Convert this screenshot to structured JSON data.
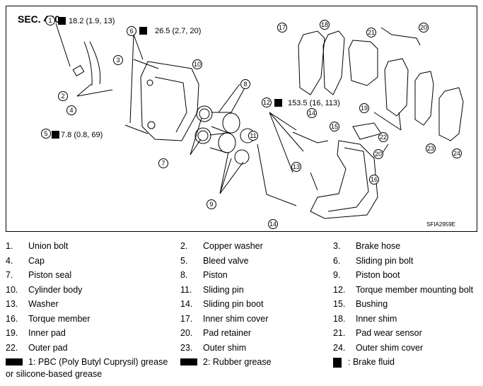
{
  "section": "SEC. 440",
  "figure_code": "SFIA2959E",
  "torques": {
    "t1": "18.2 (1.9, 13)",
    "t6": "26.5 (2.7, 20)",
    "t5": "7.8 (0.8, 69)",
    "t12": "153.5 (16, 113)"
  },
  "callout_numbers": [
    "1",
    "2",
    "3",
    "4",
    "5",
    "6",
    "7",
    "8",
    "9",
    "10",
    "11",
    "12",
    "13",
    "14",
    "15",
    "16",
    "17",
    "18",
    "19",
    "20",
    "21",
    "22",
    "23",
    "24"
  ],
  "grease_marks": {
    "one": "1",
    "two": "2"
  },
  "legend": [
    {
      "num": "1.",
      "label": "Union bolt"
    },
    {
      "num": "2.",
      "label": "Copper washer"
    },
    {
      "num": "3.",
      "label": "Brake hose"
    },
    {
      "num": "4.",
      "label": "Cap"
    },
    {
      "num": "5.",
      "label": "Bleed valve"
    },
    {
      "num": "6.",
      "label": "Sliding pin bolt"
    },
    {
      "num": "7.",
      "label": "Piston seal"
    },
    {
      "num": "8.",
      "label": "Piston"
    },
    {
      "num": "9.",
      "label": "Piston boot"
    },
    {
      "num": "10.",
      "label": "Cylinder body"
    },
    {
      "num": "11.",
      "label": "Sliding pin"
    },
    {
      "num": "12.",
      "label": "Torque member mounting bolt"
    },
    {
      "num": "13.",
      "label": "Washer"
    },
    {
      "num": "14.",
      "label": "Sliding pin boot"
    },
    {
      "num": "15.",
      "label": "Bushing"
    },
    {
      "num": "16.",
      "label": "Torque member"
    },
    {
      "num": "17.",
      "label": "Inner shim cover"
    },
    {
      "num": "18.",
      "label": "Inner shim"
    },
    {
      "num": "19.",
      "label": "Inner pad"
    },
    {
      "num": "20.",
      "label": "Pad retainer"
    },
    {
      "num": "21.",
      "label": "Pad wear sensor"
    },
    {
      "num": "22.",
      "label": "Outer pad"
    },
    {
      "num": "23.",
      "label": "Outer shim"
    },
    {
      "num": "24.",
      "label": "Outer shim cover"
    }
  ],
  "keys": {
    "grease1": "1: PBC (Poly Butyl Cuprysil) grease",
    "grease1b": "or silicone-based grease",
    "grease2": "2: Rubber grease",
    "fluid": ": Brake fluid"
  }
}
